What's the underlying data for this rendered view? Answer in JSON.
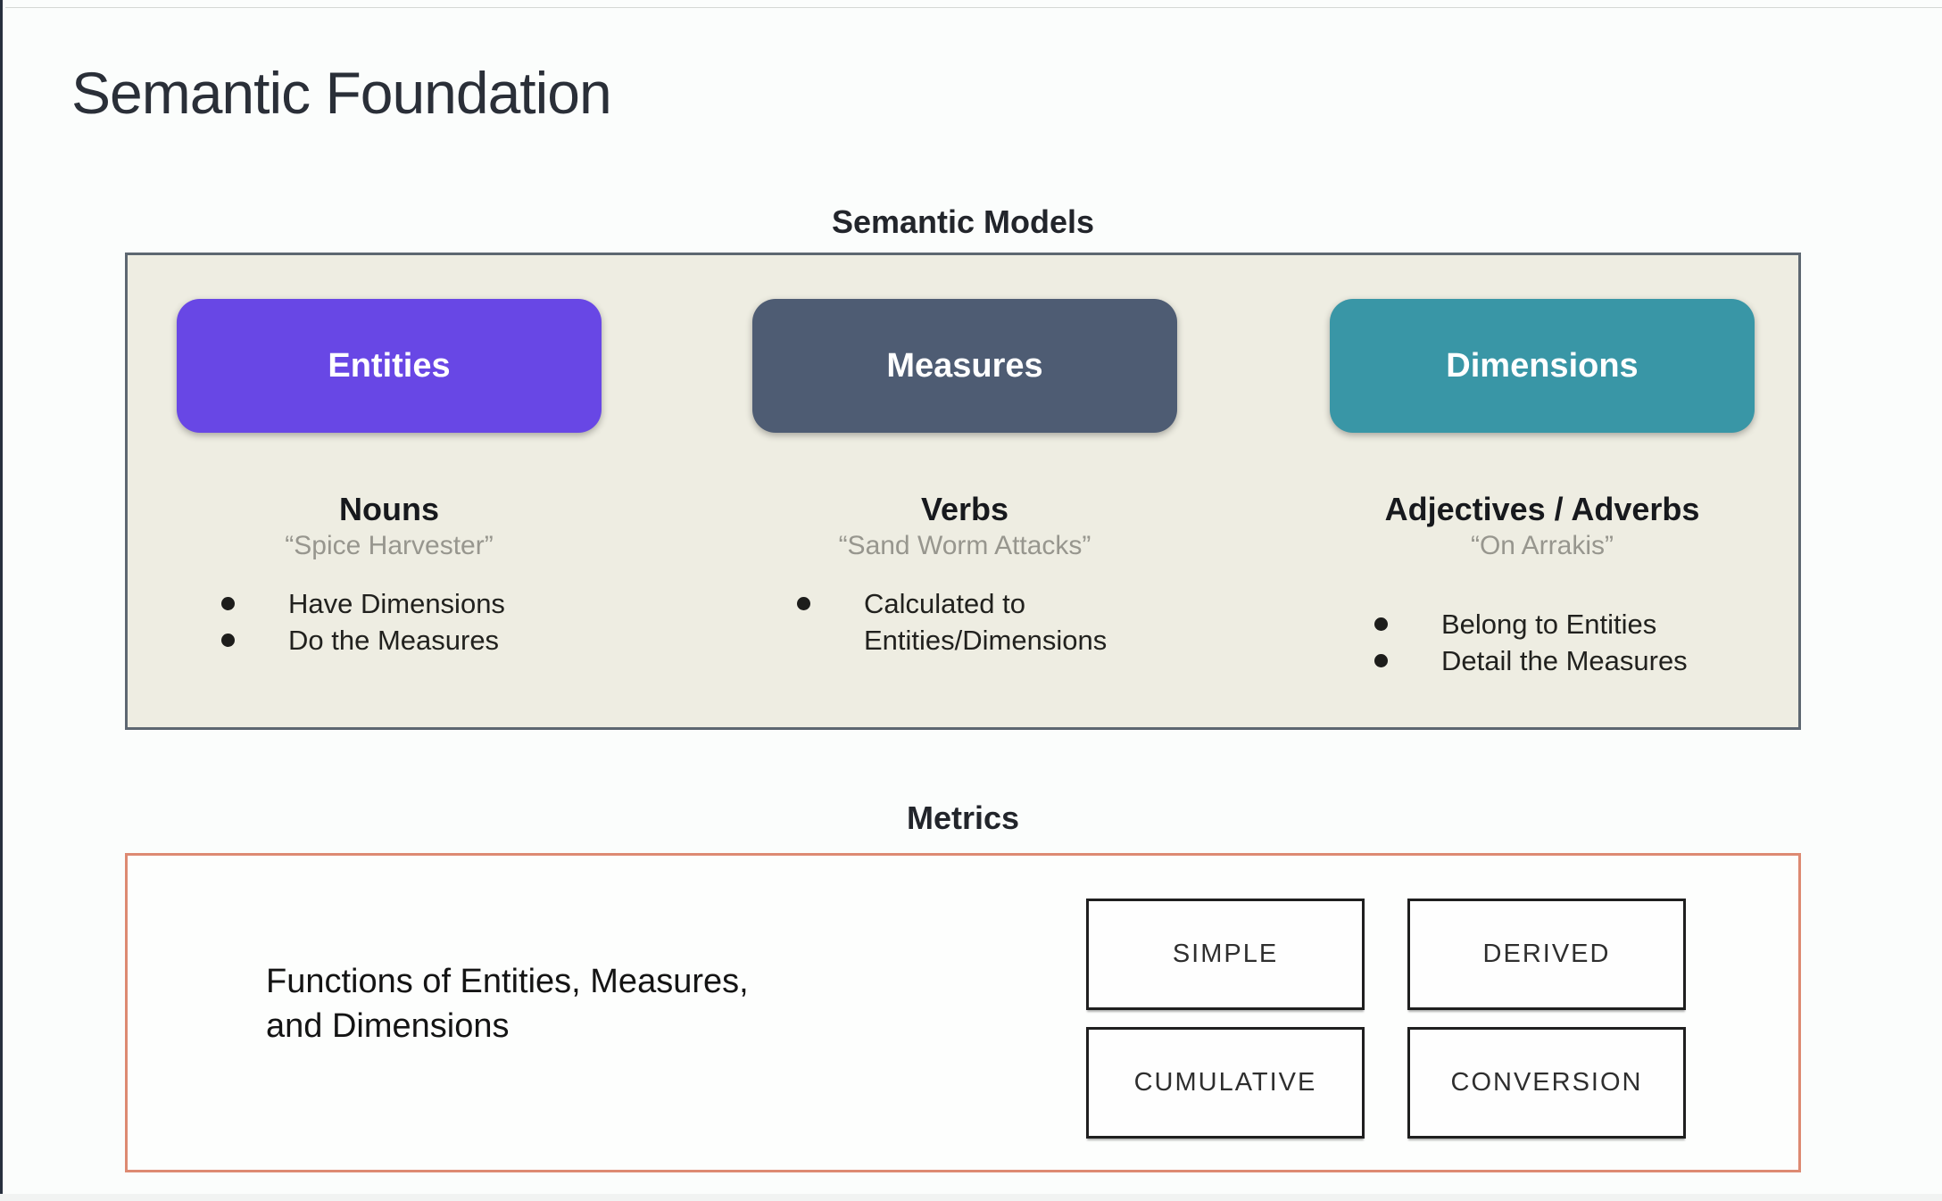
{
  "page": {
    "title": "Semantic Foundation"
  },
  "semantic_models": {
    "label": "Semantic Models",
    "columns": [
      {
        "button": "Entities",
        "heading": "Nouns",
        "quote": "“Spice Harvester”",
        "bullets": [
          "Have Dimensions",
          "Do the Measures"
        ]
      },
      {
        "button": "Measures",
        "heading": "Verbs",
        "quote": "“Sand Worm Attacks”",
        "bullets": [
          "Calculated to\nEntities/Dimensions"
        ]
      },
      {
        "button": "Dimensions",
        "heading": "Adjectives / Adverbs",
        "quote": "“On Arrakis”",
        "bullets": [
          "Belong to Entities",
          "Detail the Measures"
        ]
      }
    ]
  },
  "metrics": {
    "label": "Metrics",
    "description": "Functions of Entities, Measures,\nand Dimensions",
    "types": [
      "SIMPLE",
      "DERIVED",
      "CUMULATIVE",
      "CONVERSION"
    ]
  },
  "colors": {
    "entities_pill": "#6847e5",
    "measures_pill": "#4e5c73",
    "dimensions_pill": "#3996a6",
    "models_box_bg": "#eeede2",
    "models_box_border": "#5d6771",
    "metrics_box_border": "#dd8a72",
    "quote_text": "#97968e"
  }
}
